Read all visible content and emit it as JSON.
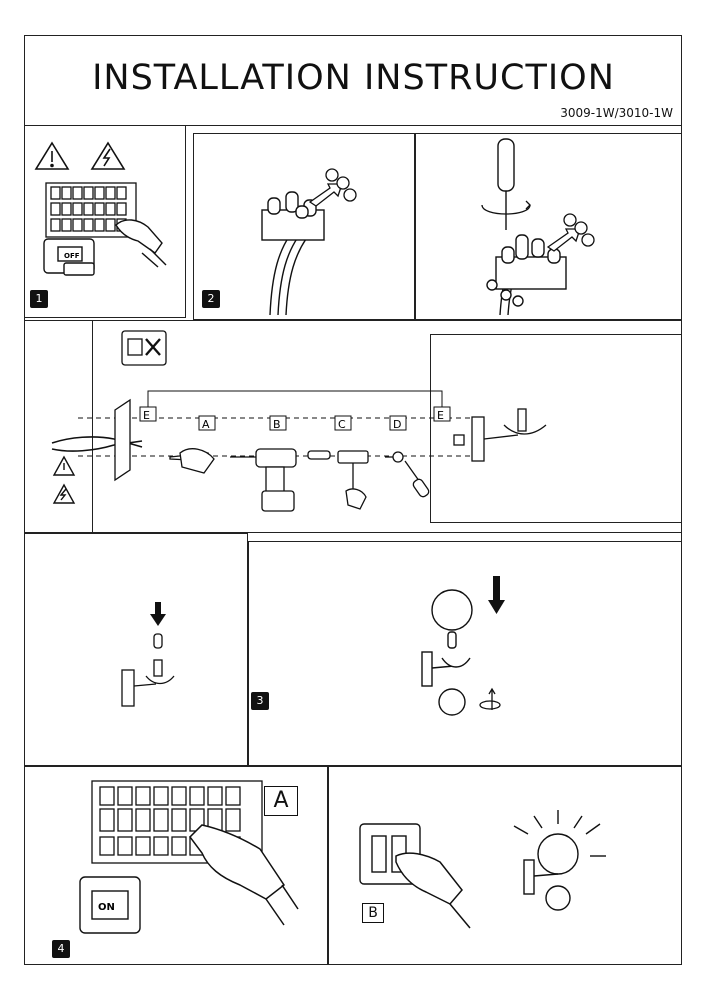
{
  "header": {
    "title": "INSTALLATION INSTRUCTION",
    "model": "3009-1W/3010-1W"
  },
  "steps": {
    "s1": "1",
    "s2": "2",
    "s3": "3",
    "s4": "4"
  },
  "mount_labels": {
    "e_left": "E",
    "a": "A",
    "b": "B",
    "c": "C",
    "d": "D",
    "e_right": "E"
  },
  "switch_labels": {
    "breaker_label": "A",
    "wall_switch_label": "B",
    "off_text": "OFF",
    "on_text": "ON"
  },
  "icons": [
    "warning-icon",
    "electric-hazard-icon",
    "arrow-down-icon",
    "rotate-icon",
    "no-spray-icon"
  ]
}
